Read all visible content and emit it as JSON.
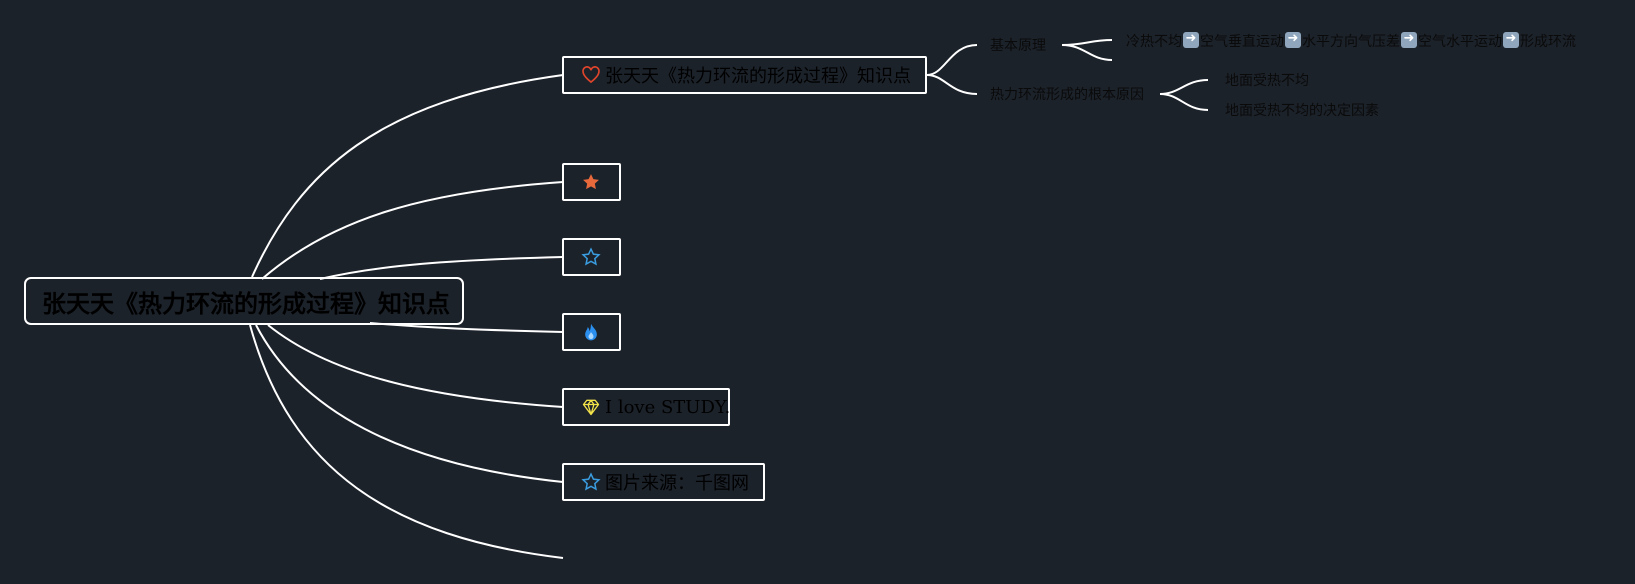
{
  "root": {
    "label": "张天天《热力环流的形成过程》知识点"
  },
  "branches": [
    {
      "icon": "heart-icon",
      "label": "张天天《热力环流的形成过程》知识点",
      "color": "#e0452b"
    },
    {
      "icon": "star-solid-icon",
      "label": "",
      "color": "#e8693c"
    },
    {
      "icon": "star-outline-icon",
      "label": "",
      "color": "#3a9de0"
    },
    {
      "icon": "flame-icon",
      "label": "",
      "color": "#2b8ff0"
    },
    {
      "icon": "diamond-icon",
      "label": "I love STUDY.",
      "color": "#f2e24a"
    },
    {
      "icon": "star-outline-icon",
      "label": "图片来源：千图网",
      "color": "#3a9de0"
    }
  ],
  "subtopics": {
    "basic_principle": "基本原理",
    "root_cause": "热力环流形成的根本原因"
  },
  "chain": {
    "steps": [
      "冷热不均",
      "空气垂直运动",
      "水平方向气压差",
      "空气水平运动",
      "形成环流"
    ],
    "arrow_icon": "right-arrow-icon"
  },
  "causes": [
    "地面受热不均",
    "地面受热不均的决定因素"
  ],
  "colors": {
    "background": "#1c222a",
    "line": "#ffffff"
  }
}
